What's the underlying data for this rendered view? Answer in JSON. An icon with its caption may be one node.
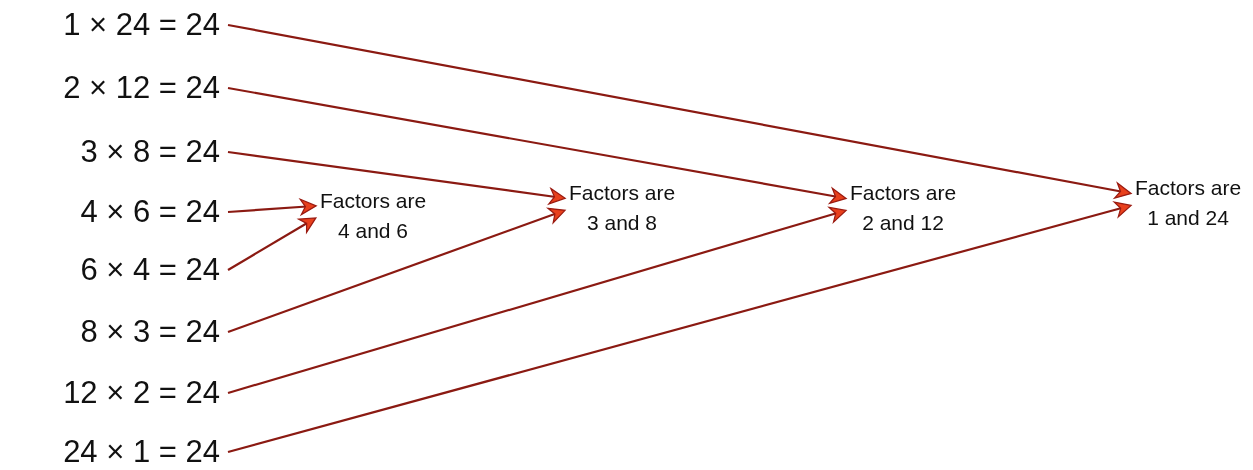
{
  "diagram": {
    "nodes": [
      {
        "text": [
          "1 × 24 = 24"
        ]
      },
      {
        "text": [
          "2 × 12 = 24"
        ]
      },
      {
        "text": [
          "3 × 8 = 24"
        ]
      },
      {
        "text": [
          "4 × 6 = 24"
        ]
      },
      {
        "text": [
          "6 × 4 = 24"
        ]
      },
      {
        "text": [
          "8 × 3 = 24"
        ]
      },
      {
        "text": [
          "12 × 2 = 24"
        ]
      },
      {
        "text": [
          "24 × 1 = 24"
        ]
      },
      {
        "text": [
          "Factors are 4 and 6"
        ]
      },
      {
        "text": [
          "Factors are 3 and 8"
        ]
      },
      {
        "text": [
          "Factors are 2 and 12"
        ]
      },
      {
        "text": [
          "Factors are 1 and 24"
        ]
      }
    ],
    "edges": [
      {
        "from": 0,
        "to": 11,
        "arrow": "to"
      },
      {
        "from": 1,
        "to": 10,
        "arrow": "to"
      },
      {
        "from": 2,
        "to": 9,
        "arrow": "to"
      },
      {
        "from": 3,
        "to": 8,
        "arrow": "to"
      },
      {
        "from": 4,
        "to": 8,
        "arrow": "to"
      },
      {
        "from": 5,
        "to": 9,
        "arrow": "to"
      },
      {
        "from": 6,
        "to": 10,
        "arrow": "to"
      },
      {
        "from": 7,
        "to": 11,
        "arrow": "to"
      }
    ]
  }
}
